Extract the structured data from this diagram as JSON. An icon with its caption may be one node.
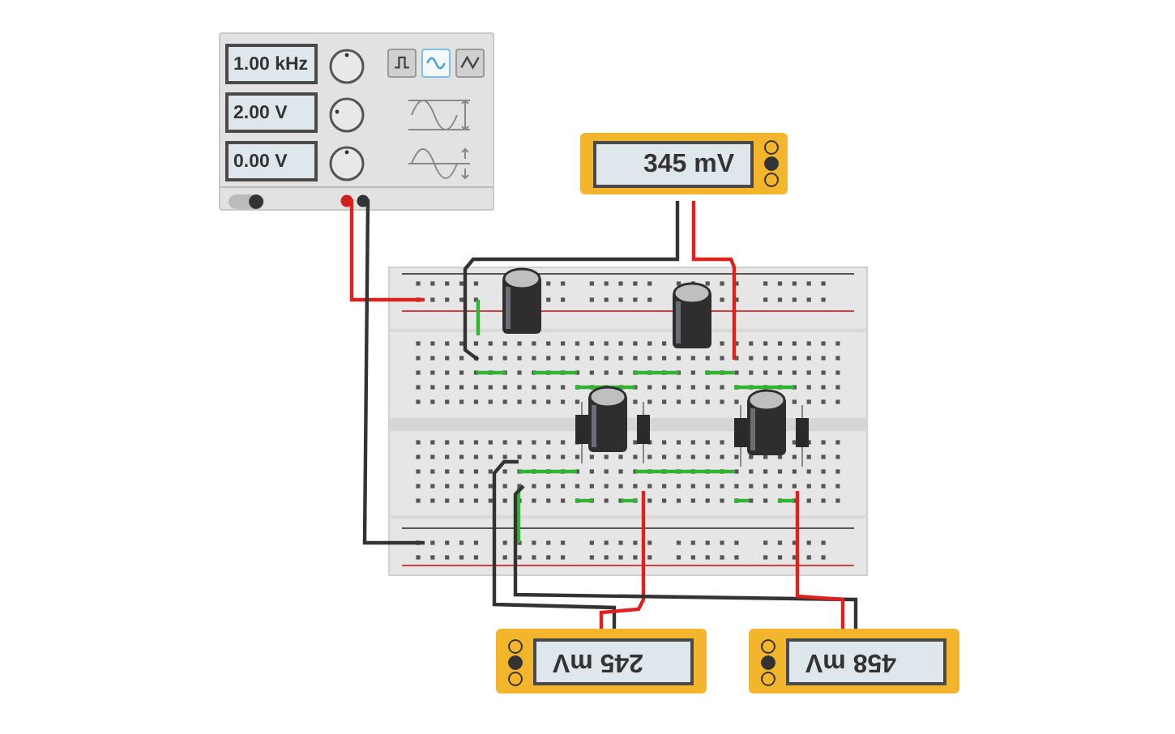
{
  "diagram": {
    "nodes": [
      {
        "text": [
          "1.00 kHz",
          "2.00 V",
          "0.00 V"
        ]
      },
      {
        "text": [
          "345 mV"
        ]
      },
      {
        "text": [],
        "shape": "picture"
      },
      {
        "text": [
          "245 mV"
        ]
      },
      {
        "text": [
          "458 mV"
        ]
      }
    ],
    "edges": [
      {
        "from": 0,
        "to": 2,
        "arrow": "none",
        "color": "#e0201c"
      },
      {
        "from": 0,
        "to": 2,
        "arrow": "none",
        "color": "#333333"
      },
      {
        "from": 1,
        "to": 2,
        "arrow": "none",
        "color": "#333333"
      },
      {
        "from": 1,
        "to": 2,
        "arrow": "none",
        "color": "#e0201c"
      },
      {
        "from": 3,
        "to": 2,
        "arrow": "none",
        "color": "#333333"
      },
      {
        "from": 3,
        "to": 2,
        "arrow": "none",
        "color": "#e0201c"
      },
      {
        "from": 4,
        "to": 2,
        "arrow": "none",
        "color": "#333333"
      },
      {
        "from": 4,
        "to": 2,
        "arrow": "none",
        "color": "#e0201c"
      }
    ]
  }
}
